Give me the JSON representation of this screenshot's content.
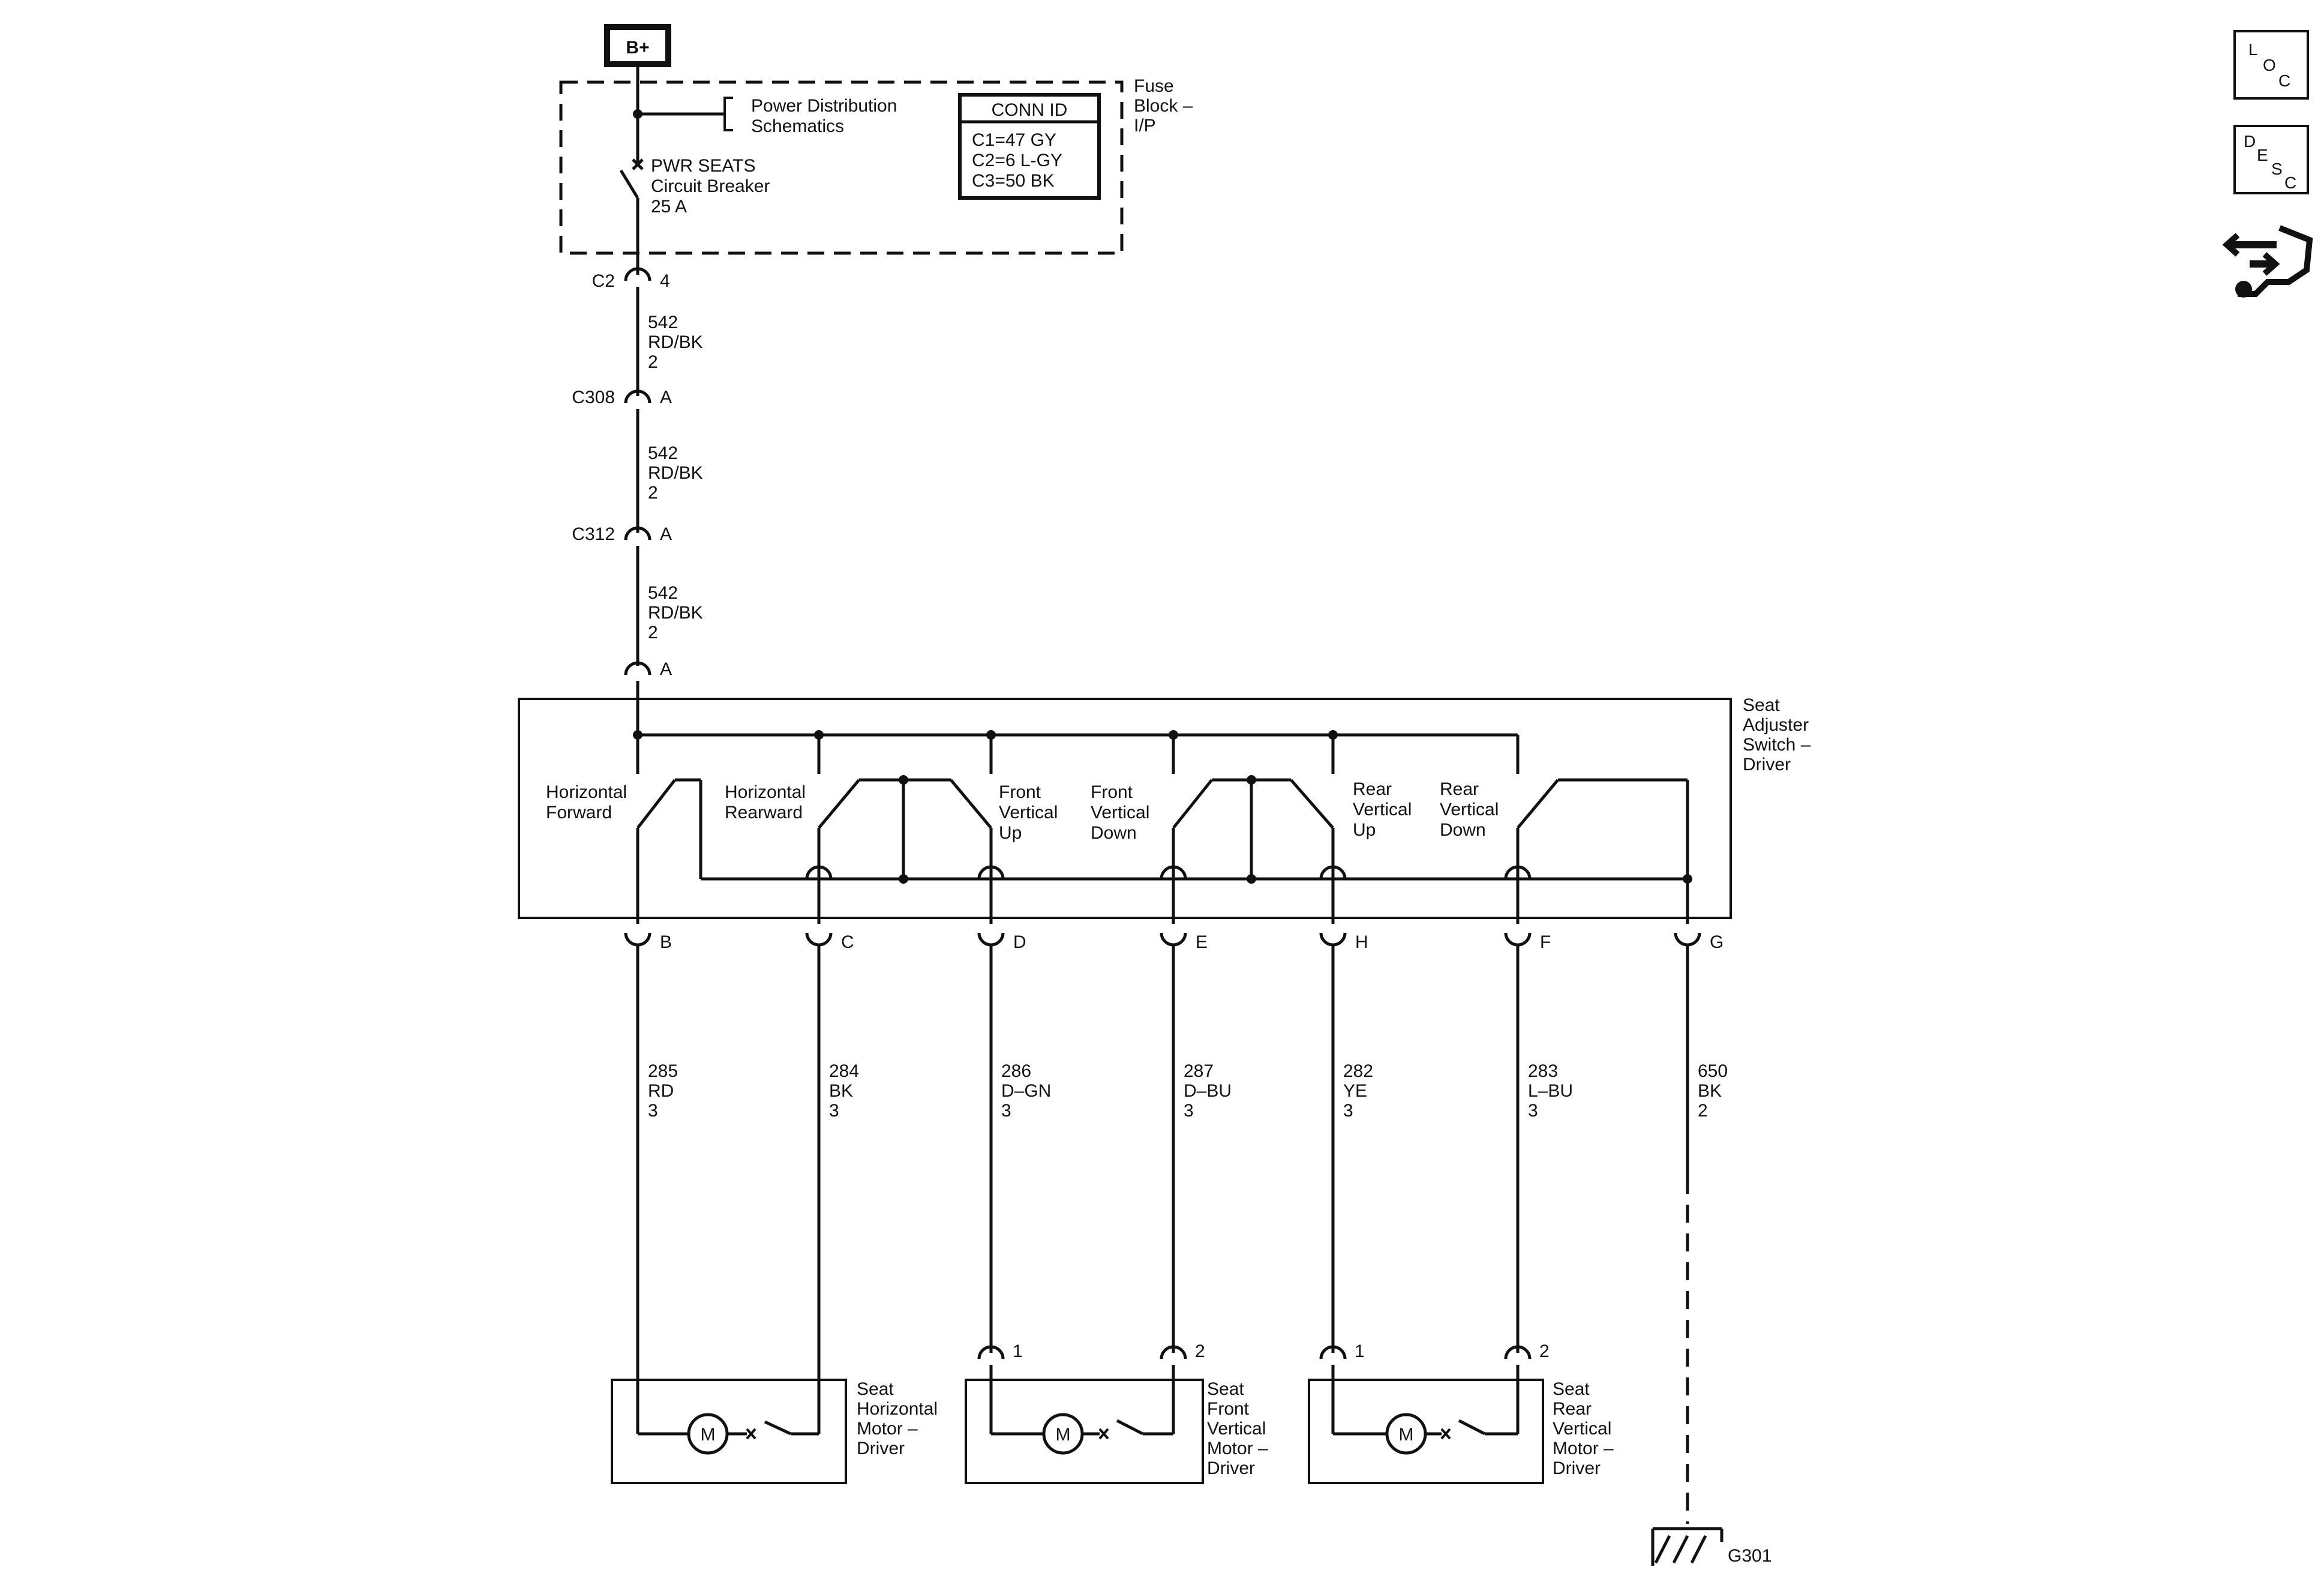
{
  "power_source": {
    "label": "B+"
  },
  "fuse_block": {
    "name_lines": [
      "Fuse",
      "Block –",
      "I/P"
    ],
    "reference_lines": [
      "Power Distribution",
      "Schematics"
    ],
    "breaker_lines": [
      "PWR SEATS",
      "Circuit Breaker",
      "25 A"
    ],
    "conn_id": {
      "title": "CONN ID",
      "rows": [
        "C1=47 GY",
        "C2=6 L-GY",
        "C3=50 BK"
      ]
    }
  },
  "feed_connectors": [
    {
      "name": "C2",
      "pin": "4"
    },
    {
      "name": "C308",
      "pin": "A"
    },
    {
      "name": "C312",
      "pin": "A"
    },
    {
      "name": "",
      "pin": "A"
    }
  ],
  "feed_wires": [
    {
      "lines": [
        "542",
        "RD/BK",
        "2"
      ]
    },
    {
      "lines": [
        "542",
        "RD/BK",
        "2"
      ]
    },
    {
      "lines": [
        "542",
        "RD/BK",
        "2"
      ]
    }
  ],
  "switch": {
    "name_lines": [
      "Seat",
      "Adjuster",
      "Switch –",
      "Driver"
    ],
    "contacts": [
      {
        "lines": [
          "Horizontal",
          "Forward"
        ]
      },
      {
        "lines": [
          "Horizontal",
          "Rearward"
        ]
      },
      {
        "lines": [
          "Front",
          "Vertical",
          "Up"
        ]
      },
      {
        "lines": [
          "Front",
          "Vertical",
          "Down"
        ]
      },
      {
        "lines": [
          "Rear",
          "Vertical",
          "Up"
        ]
      },
      {
        "lines": [
          "Rear",
          "Vertical",
          "Down"
        ]
      }
    ],
    "pins": [
      "B",
      "C",
      "D",
      "E",
      "H",
      "F",
      "G"
    ]
  },
  "wires": [
    {
      "lines": [
        "285",
        "RD",
        "3"
      ]
    },
    {
      "lines": [
        "284",
        "BK",
        "3"
      ]
    },
    {
      "lines": [
        "286",
        "D–GN",
        "3"
      ]
    },
    {
      "lines": [
        "287",
        "D–BU",
        "3"
      ]
    },
    {
      "lines": [
        "282",
        "YE",
        "3"
      ]
    },
    {
      "lines": [
        "283",
        "L–BU",
        "3"
      ]
    },
    {
      "lines": [
        "650",
        "BK",
        "2"
      ]
    }
  ],
  "motors": [
    {
      "lines": [
        "Seat",
        "Horizontal",
        "Motor –",
        "Driver"
      ],
      "symbol": "M",
      "pins": []
    },
    {
      "lines": [
        "Seat",
        "Front",
        "Vertical",
        "Motor –",
        "Driver"
      ],
      "symbol": "M",
      "pins": [
        "1",
        "2"
      ]
    },
    {
      "lines": [
        "Seat",
        "Rear",
        "Vertical",
        "Motor –",
        "Driver"
      ],
      "symbol": "M",
      "pins": [
        "1",
        "2"
      ]
    }
  ],
  "ground": {
    "label": "G301"
  },
  "side_icons": [
    {
      "name": "loc-icon",
      "letters": [
        "L",
        "O",
        "C"
      ]
    },
    {
      "name": "desc-icon",
      "letters": [
        "D",
        "E",
        "S",
        "C"
      ]
    },
    {
      "name": "connector-tool-icon",
      "letters": []
    }
  ]
}
